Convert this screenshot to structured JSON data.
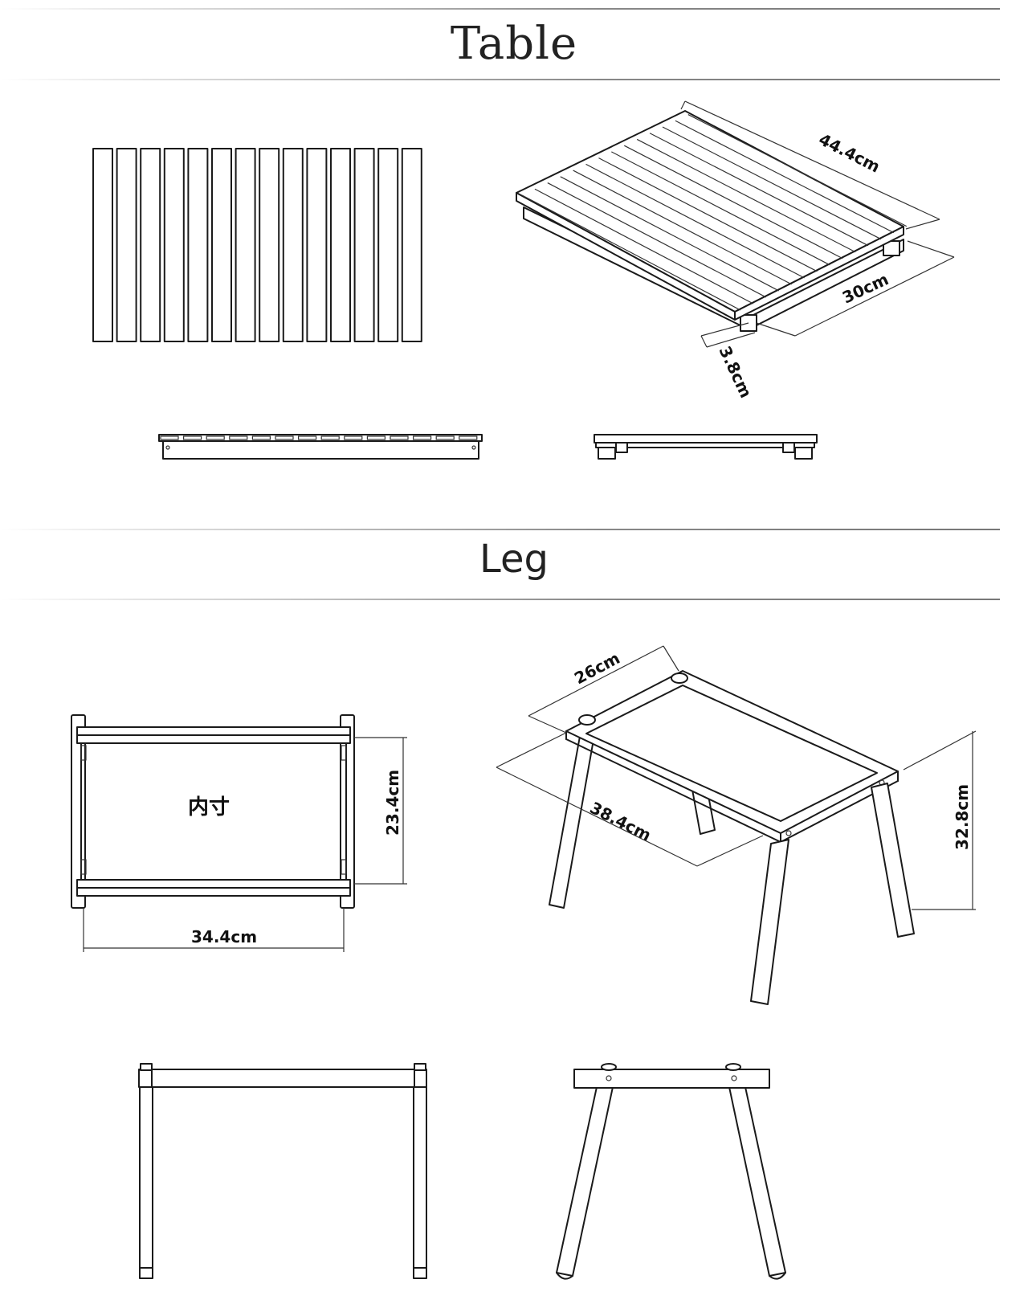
{
  "sections": {
    "table": {
      "title": "Table"
    },
    "leg": {
      "title": "Leg"
    }
  },
  "dimensions": {
    "table_length": "44.4cm",
    "table_width": "30cm",
    "table_height": "3.8cm",
    "leg_width": "26cm",
    "leg_length": "38.4cm",
    "leg_height": "32.8cm",
    "inner_depth": "23.4cm",
    "inner_width": "34.4cm",
    "inner_label": "内寸"
  },
  "colors": {
    "line": "#1a1a1a",
    "rule_gradient_end": "#777777"
  }
}
